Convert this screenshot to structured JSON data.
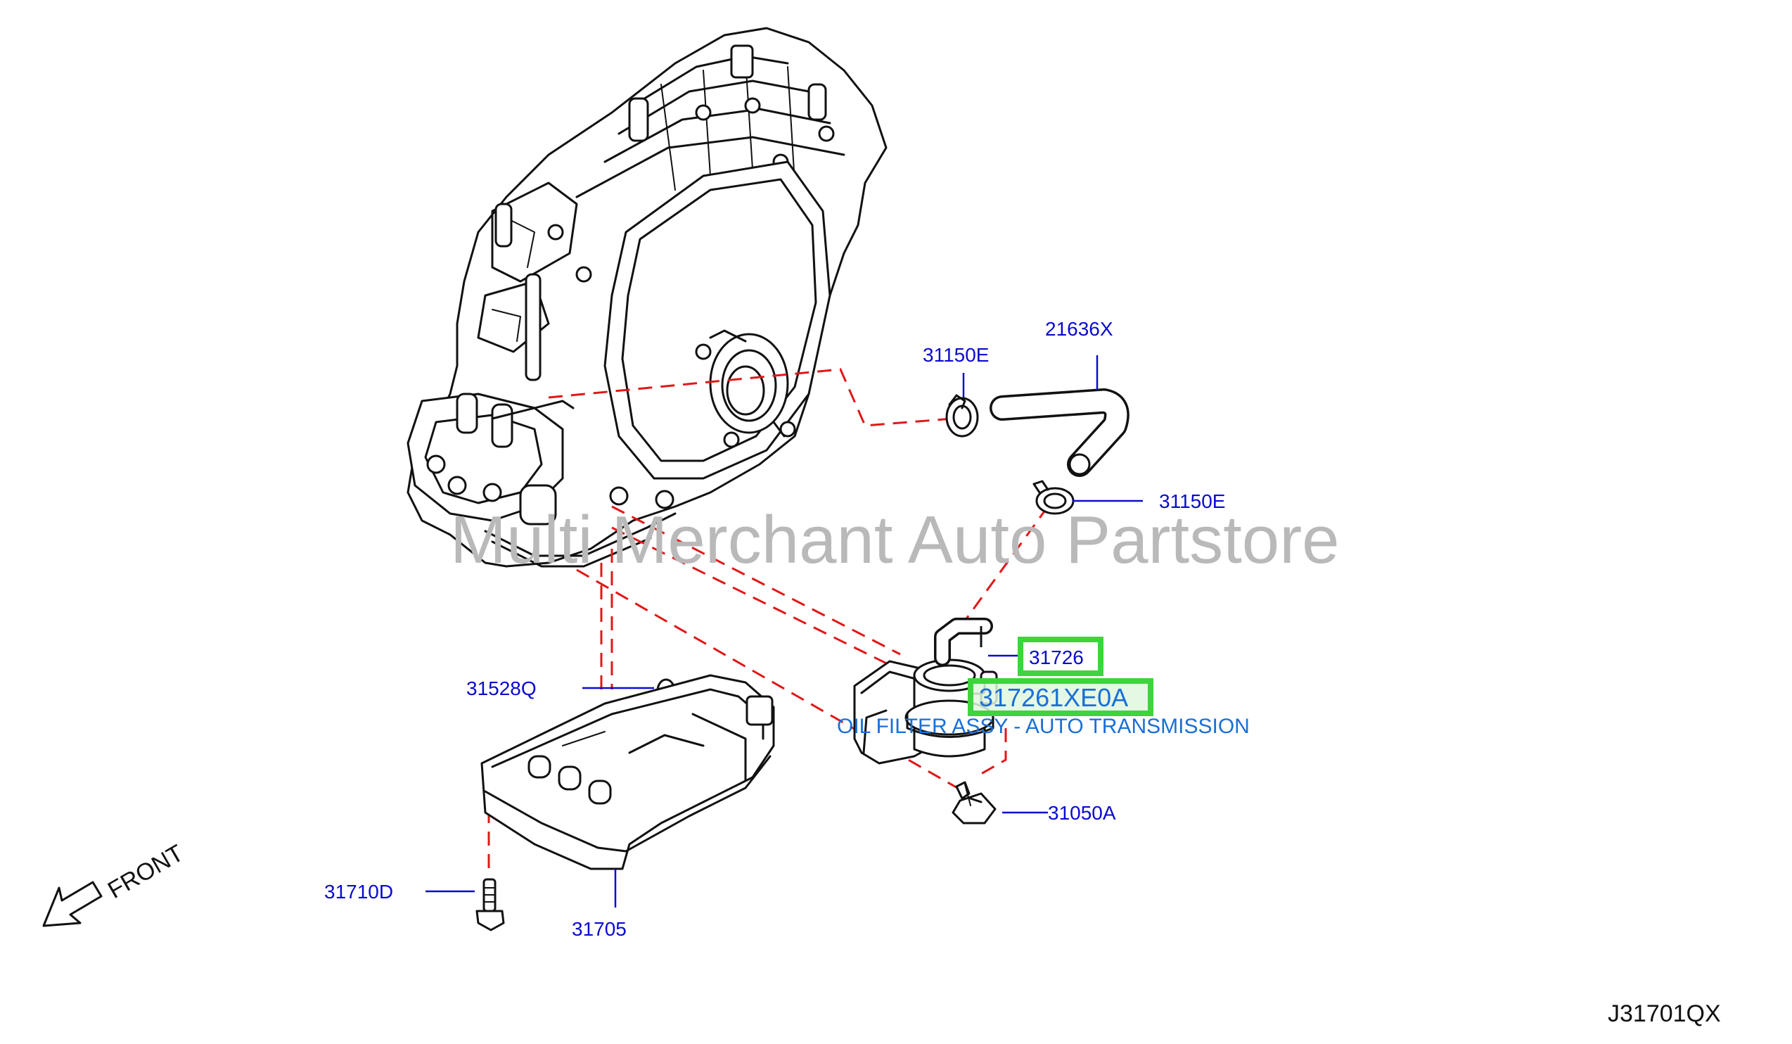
{
  "watermark": "Multi Merchant Auto Partstore",
  "front_label": "FRONT",
  "diagram_code": "J31701QX",
  "parts": {
    "p21636x": "21636X",
    "p31150e_top": "31150E",
    "p31150e_right": "31150E",
    "p31726": "31726",
    "p31528q": "31528Q",
    "p31050a": "31050A",
    "p31710d": "31710D",
    "p31705": "31705"
  },
  "highlight": {
    "part_number": "317261XE0A",
    "description": "OIL FILTER ASSY - AUTO TRANSMISSION"
  },
  "colors": {
    "label": "#0a0ad0",
    "dash": "#e01818",
    "highlight_box": "#3ed43e",
    "highlight_text": "#1a6fd6",
    "watermark": "#b9b9b9"
  }
}
